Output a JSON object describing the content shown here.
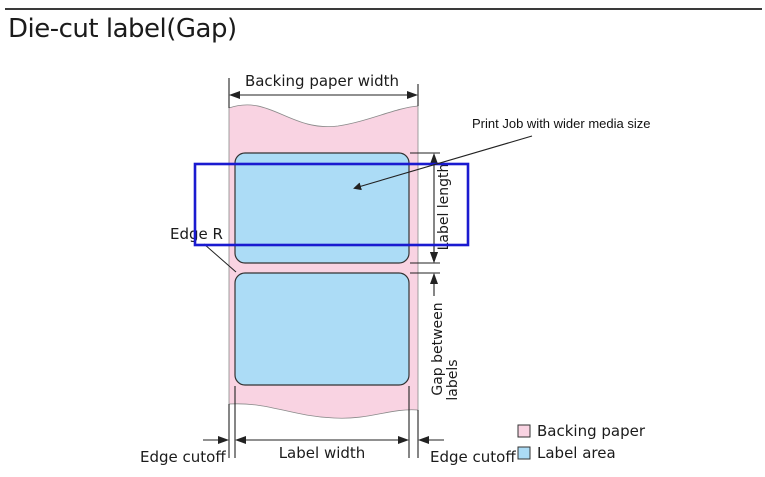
{
  "title": "Die-cut label(Gap)",
  "colors": {
    "backing_paper": "#f9d3e2",
    "label_area": "#acdcf6",
    "outline": "#333333",
    "highlight_box": "#1a1ad0"
  },
  "labels": {
    "backing_paper_width": "Backing paper width",
    "label_length": "Label length",
    "gap_between_labels": [
      "Gap between",
      "labels"
    ],
    "edge_r": "Edge R",
    "label_width": "Label width",
    "edge_cutoff_left": "Edge cutoff",
    "edge_cutoff_right": "Edge cutoff"
  },
  "annotation": {
    "text": "Print Job with wider media size"
  },
  "legend": [
    {
      "name": "Backing paper",
      "color": "#f9d3e2"
    },
    {
      "name": "Label area",
      "color": "#acdcf6"
    }
  ]
}
